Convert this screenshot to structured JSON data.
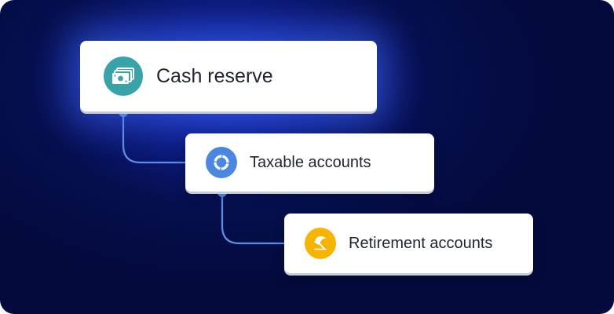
{
  "colors": {
    "background_dark": "#040a3c",
    "background_glow": "#1531c8",
    "connector": "#5b8fe8",
    "card_background": "#ffffff",
    "text": "#1f2433"
  },
  "nodes": [
    {
      "label": "Cash reserve",
      "icon": "cash-icon",
      "icon_color": "#3aa3a9"
    },
    {
      "label": "Taxable accounts",
      "icon": "ring-icon",
      "icon_color": "#4b86e0"
    },
    {
      "label": "Retirement accounts",
      "icon": "umbrella-icon",
      "icon_color": "#f5b400"
    }
  ]
}
